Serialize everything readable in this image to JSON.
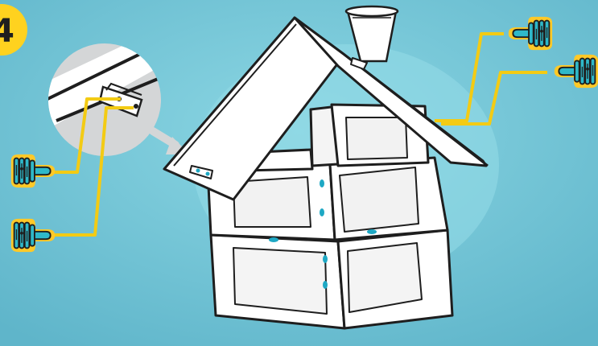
{
  "step_badge": {
    "number": "4"
  },
  "colors": {
    "background_light": "#7FD0DF",
    "background_dark": "#5FB6CB",
    "badge": "#FFD21F",
    "wire": "#F3CB14",
    "plug_glow": "#FFC928",
    "plug_body": "#2FB8C9",
    "outline": "#1E1E1E",
    "cardboard": "#FFFFFF",
    "cardboard_shade": "#EEEEEE",
    "magnifier": "#D4D6D7",
    "arrow": "#D4D6D7",
    "hole": "#1EA8C4"
  },
  "icons": {
    "plug": "led-plug-icon",
    "cup": "paper-cup-icon",
    "arrow": "zoom-arrow-icon",
    "magnifier": "detail-magnifier"
  },
  "plug_count": 4
}
